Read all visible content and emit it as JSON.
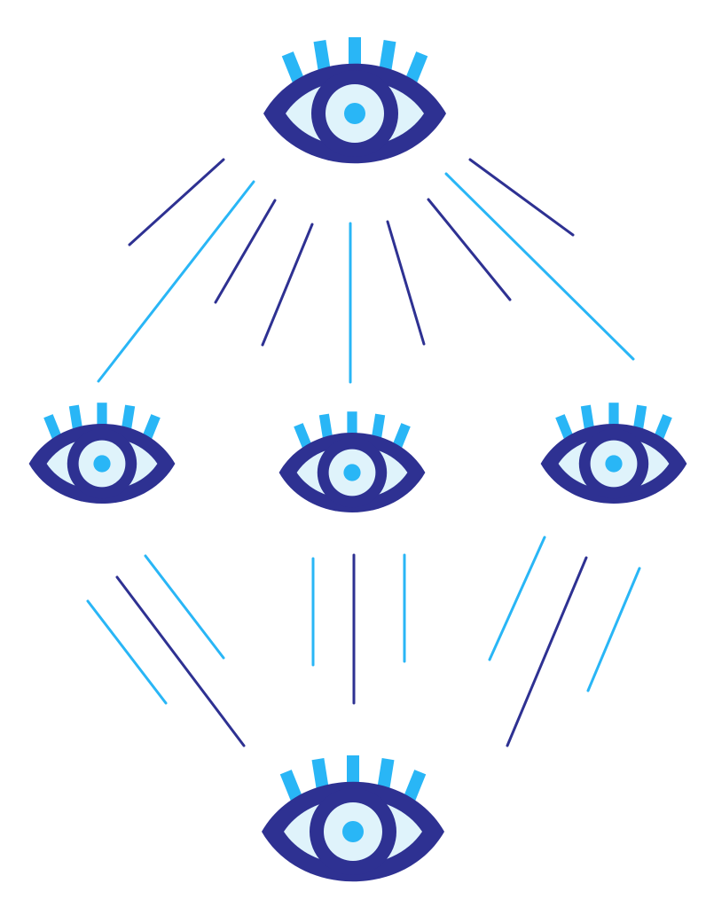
{
  "colors": {
    "navy": "#2e3192",
    "light_blue": "#29b6f6",
    "pale": "#dff3fb",
    "background": "#ffffff"
  },
  "eyes": [
    {
      "name": "eye-icon-top"
    },
    {
      "name": "eye-icon-middle-left"
    },
    {
      "name": "eye-icon-middle-center"
    },
    {
      "name": "eye-icon-middle-right"
    },
    {
      "name": "eye-icon-bottom"
    }
  ]
}
